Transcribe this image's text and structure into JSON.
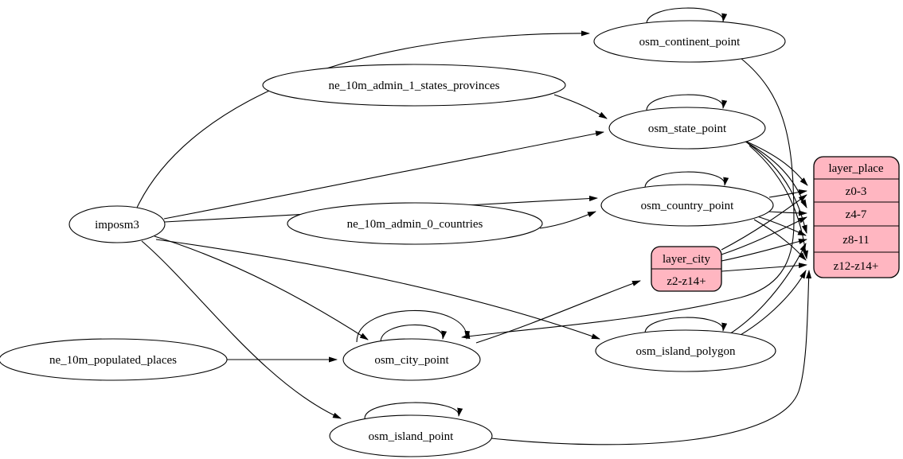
{
  "diagram": {
    "type": "graphviz-etl-graph",
    "colors": {
      "background": "#ffffff",
      "node_fill": "#ffffff",
      "record_fill": "#ffb6c1",
      "stroke": "#000000"
    },
    "nodes": {
      "imposm3": {
        "label": "imposm3",
        "shape": "ellipse"
      },
      "ne_10m_admin_1_states_provinces": {
        "label": "ne_10m_admin_1_states_provinces",
        "shape": "ellipse"
      },
      "ne_10m_admin_0_countries": {
        "label": "ne_10m_admin_0_countries",
        "shape": "ellipse"
      },
      "ne_10m_populated_places": {
        "label": "ne_10m_populated_places",
        "shape": "ellipse"
      },
      "osm_continent_point": {
        "label": "osm_continent_point",
        "shape": "ellipse"
      },
      "osm_state_point": {
        "label": "osm_state_point",
        "shape": "ellipse"
      },
      "osm_country_point": {
        "label": "osm_country_point",
        "shape": "ellipse"
      },
      "osm_city_point": {
        "label": "osm_city_point",
        "shape": "ellipse"
      },
      "osm_island_polygon": {
        "label": "osm_island_polygon",
        "shape": "ellipse"
      },
      "osm_island_point": {
        "label": "osm_island_point",
        "shape": "ellipse"
      }
    },
    "records": {
      "layer_city": {
        "title": "layer_city",
        "rows": [
          "z2-z14+"
        ]
      },
      "layer_place": {
        "title": "layer_place",
        "rows": [
          "z0-3",
          "z4-7",
          "z8-11",
          "z12-z14+"
        ]
      }
    },
    "edges": [
      {
        "from": "imposm3",
        "to": "osm_continent_point"
      },
      {
        "from": "imposm3",
        "to": "osm_state_point"
      },
      {
        "from": "imposm3",
        "to": "osm_country_point"
      },
      {
        "from": "imposm3",
        "to": "osm_city_point"
      },
      {
        "from": "imposm3",
        "to": "osm_island_polygon"
      },
      {
        "from": "imposm3",
        "to": "osm_island_point"
      },
      {
        "from": "ne_10m_admin_1_states_provinces",
        "to": "osm_state_point"
      },
      {
        "from": "ne_10m_admin_0_countries",
        "to": "osm_country_point"
      },
      {
        "from": "ne_10m_populated_places",
        "to": "osm_city_point"
      },
      {
        "from": "osm_continent_point",
        "to": "osm_continent_point",
        "self_loop": true
      },
      {
        "from": "osm_state_point",
        "to": "osm_state_point",
        "self_loop": true
      },
      {
        "from": "osm_country_point",
        "to": "osm_country_point",
        "self_loop": true
      },
      {
        "from": "osm_city_point",
        "to": "osm_city_point",
        "self_loop": true
      },
      {
        "from": "osm_city_point",
        "to": "osm_city_point",
        "self_loop": true
      },
      {
        "from": "osm_island_polygon",
        "to": "osm_island_polygon",
        "self_loop": true
      },
      {
        "from": "osm_island_point",
        "to": "osm_island_point",
        "self_loop": true
      },
      {
        "from": "osm_continent_point",
        "to": "osm_city_point"
      },
      {
        "from": "osm_city_point",
        "to": "layer_city:z2-z14+"
      },
      {
        "from": "osm_state_point",
        "to": "layer_place:z0-3"
      },
      {
        "from": "osm_state_point",
        "to": "layer_place:z4-7"
      },
      {
        "from": "osm_state_point",
        "to": "layer_place:z8-11"
      },
      {
        "from": "osm_state_point",
        "to": "layer_place:z12-z14+"
      },
      {
        "from": "osm_country_point",
        "to": "layer_place:z0-3"
      },
      {
        "from": "osm_country_point",
        "to": "layer_place:z4-7"
      },
      {
        "from": "osm_country_point",
        "to": "layer_place:z8-11"
      },
      {
        "from": "osm_country_point",
        "to": "layer_place:z12-z14+"
      },
      {
        "from": "layer_city",
        "to": "layer_place:z0-3"
      },
      {
        "from": "layer_city",
        "to": "layer_place:z4-7"
      },
      {
        "from": "layer_city",
        "to": "layer_place:z8-11"
      },
      {
        "from": "layer_city",
        "to": "layer_place:z12-z14+"
      },
      {
        "from": "osm_island_polygon",
        "to": "layer_place:z8-11"
      },
      {
        "from": "osm_island_polygon",
        "to": "layer_place:z12-z14+"
      },
      {
        "from": "osm_island_point",
        "to": "layer_place:z12-z14+"
      }
    ]
  }
}
